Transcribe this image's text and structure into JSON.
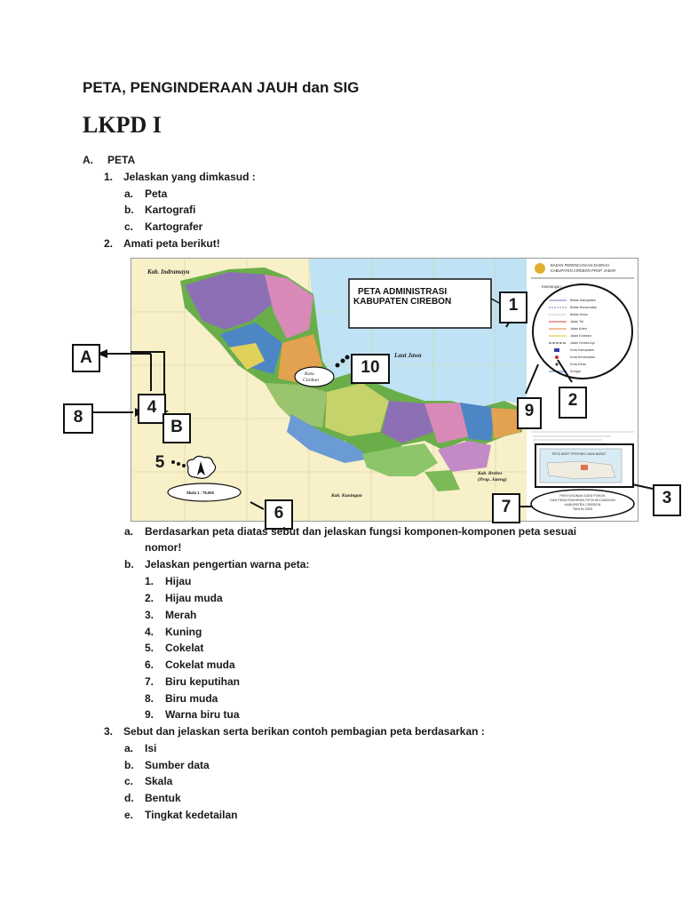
{
  "title": "PETA, PENGINDERAAN JAUH dan SIG",
  "subtitle": "LKPD I",
  "section": {
    "marker": "A.",
    "label": "PETA"
  },
  "q1": {
    "num": "1.",
    "text": "Jelaskan yang dimkasud :",
    "items": [
      {
        "m": "a.",
        "t": "Peta"
      },
      {
        "m": "b.",
        "t": "Kartografi"
      },
      {
        "m": "c.",
        "t": "Kartografer"
      }
    ]
  },
  "q2": {
    "num": "2.",
    "text": "Amati peta berikut!",
    "a_marker": "a.",
    "a_text_1": "Berdasarkan peta diatas sebut dan jelaskan fungsi komponen-komponen peta sesuai",
    "a_text_2": "nomor!",
    "b_marker": "b.",
    "b_text": "Jelaskan pengertian warna peta:",
    "colors": [
      {
        "m": "1.",
        "t": "Hijau"
      },
      {
        "m": "2.",
        "t": "Hijau muda"
      },
      {
        "m": "3.",
        "t": "Merah"
      },
      {
        "m": "4.",
        "t": "Kuning"
      },
      {
        "m": "5.",
        "t": "Cokelat"
      },
      {
        "m": "6.",
        "t": "Cokelat muda"
      },
      {
        "m": "7.",
        "t": "Biru keputihan"
      },
      {
        "m": "8.",
        "t": "Biru muda"
      },
      {
        "m": "9.",
        "t": "Warna biru tua"
      }
    ]
  },
  "q3": {
    "num": "3.",
    "text": "Sebut dan jelaskan serta berikan contoh pembagian peta berdasarkan :",
    "items": [
      {
        "m": "a.",
        "t": "Isi"
      },
      {
        "m": "b.",
        "t": "Sumber data"
      },
      {
        "m": "c.",
        "t": "Skala"
      },
      {
        "m": "d.",
        "t": "Bentuk"
      },
      {
        "m": "e.",
        "t": "Tingkat kedetailan"
      }
    ]
  },
  "map": {
    "title_1": "PETA ADMINISTRASI",
    "title_2": "KABUPATEN CIREBON",
    "label_indramayu": "Kab. Indramayu",
    "label_laut": "Laut Jawa",
    "label_kota_1": "Kota",
    "label_kota_2": "Cirebon",
    "label_brebes_1": "Kab. Brebes",
    "label_brebes_2": "(Prop. Jateng)",
    "label_kuningan": "Kab. Kuningan",
    "label_scale": "Skala 1 : 75.000",
    "header_1": "BADAN PERENCANAAN DAERAH",
    "header_2": "KABUPATEN CIREBON PROP. JABAR",
    "legend_title": "Keterangan :",
    "legend": [
      "Batas Kabupaten",
      "Batas Kecamatan",
      "Batas Desa",
      "Jalan Tol",
      "Jalan Arteri",
      "Jalan Kolektor",
      "Jalan Kereta Api",
      "Kota Kabupaten",
      "Kota Kecamatan",
      "Kota Desa",
      "Sungai"
    ],
    "inset_title": "PETA INSET PROPINSI JAWA BARAT",
    "footer_1": "PENYUSUNAN DATA POKOK",
    "footer_2": "DAN PEMUTAKHIRAN PETA KECAMATAN",
    "footer_3": "KABUPATEN CIREBON",
    "footer_4": "TAHUN 2005",
    "colors": {
      "sea": "#bfe3f5",
      "land": "#f7f0c8",
      "green": "#6aae4a",
      "purple": "#8c6fb5",
      "blue": "#4d86c4",
      "pink": "#d889b8",
      "orange": "#e2a24f"
    }
  },
  "callouts": [
    "1",
    "2",
    "3",
    "4",
    "5",
    "6",
    "7",
    "8",
    "9",
    "10",
    "A",
    "B"
  ]
}
